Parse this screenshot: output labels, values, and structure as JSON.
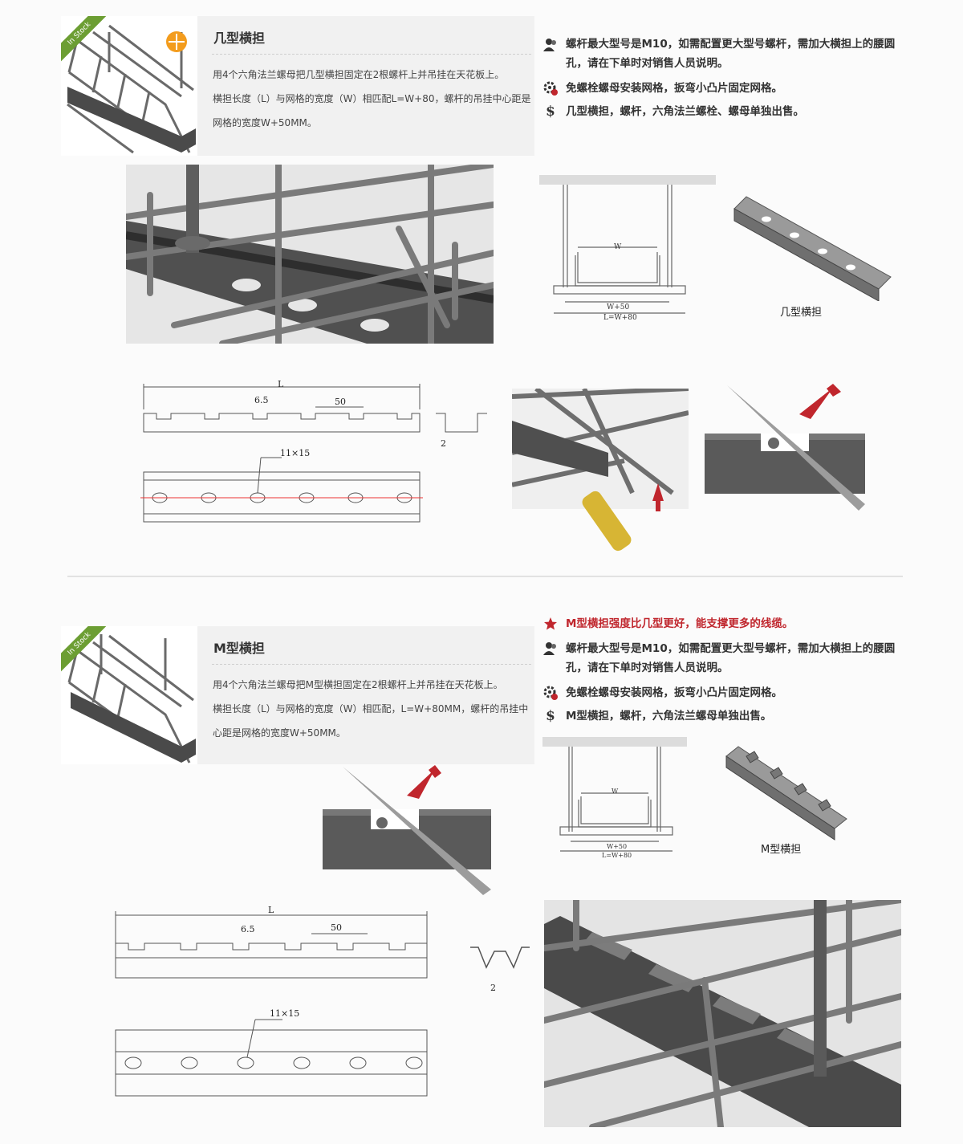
{
  "badge": "In Stock",
  "section1": {
    "title": "几型横担",
    "desc": [
      "用4个六角法兰螺母把几型横担固定在2根螺杆上并吊挂在天花板上。",
      "横担长度（L）与网格的宽度（W）相匹配L=W+80，螺杆的吊挂中心距是",
      "网格的宽度W+50MM。"
    ],
    "features": [
      {
        "icon": "user-icon",
        "lines": [
          "螺杆最大型号是M10，如需配置更大型号螺杆，需加大横担上的腰圆",
          "孔，请在下单时对销售人员说明。"
        ]
      },
      {
        "icon": "gear-icon",
        "lines": [
          "免螺栓螺母安装网格，扳弯小凸片固定网格。"
        ]
      },
      {
        "icon": "dollar-icon",
        "lines": [
          "几型横担，螺杆，六角法兰螺栓、螺母单独出售。"
        ]
      }
    ],
    "diagram": {
      "w": "W",
      "w50": "W+50",
      "l": "L=W+80"
    },
    "part_caption": "几型横担",
    "drawing": {
      "l": "L",
      "d65": "6.5",
      "d50": "50",
      "thk": "2",
      "hole": "11×15"
    }
  },
  "section2": {
    "title": "M型横担",
    "desc": [
      "用4个六角法兰螺母把M型横担固定在2根螺杆上并吊挂在天花板上。",
      "横担长度（L）与网格的宽度（W）相匹配，L=W+80MM，螺杆的吊挂中",
      "心距是网格的宽度W+50MM。"
    ],
    "features": [
      {
        "icon": "star-icon",
        "red": true,
        "lines": [
          "M型横担强度比几型更好，能支撑更多的线缆。"
        ]
      },
      {
        "icon": "user-icon",
        "lines": [
          "螺杆最大型号是M10，如需配置更大型号螺杆，需加大横担上的腰圆",
          "孔，请在下单时对销售人员说明。"
        ]
      },
      {
        "icon": "gear-icon",
        "lines": [
          "免螺栓螺母安装网格，扳弯小凸片固定网格。"
        ]
      },
      {
        "icon": "dollar-icon",
        "lines": [
          "M型横担，螺杆，六角法兰螺母单独出售。"
        ]
      }
    ],
    "diagram": {
      "w": "W",
      "w50": "W+50",
      "l": "L=W+80"
    },
    "part_caption": "M型横担",
    "drawing": {
      "l": "L",
      "d65": "6.5",
      "d50": "50",
      "thk": "2",
      "hole": "11×15"
    }
  },
  "colors": {
    "badge": "#6c9e33",
    "accent_red": "#c0262d",
    "steel": "#4a4a4a",
    "wire": "#8a8a8a"
  }
}
